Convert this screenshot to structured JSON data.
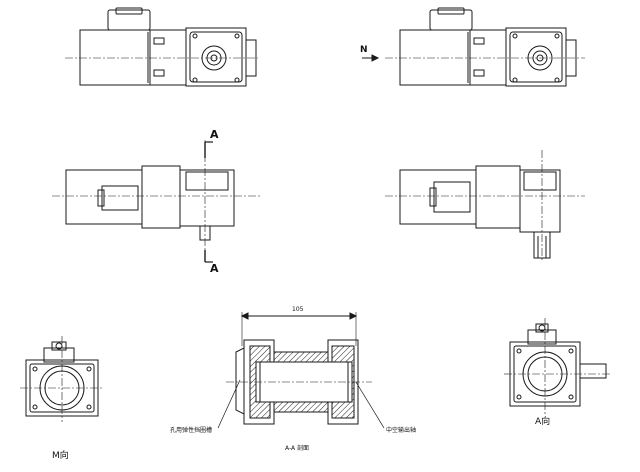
{
  "labels": {
    "section_top": "A",
    "section_bottom": "A",
    "view_n": "N",
    "dimension": "105",
    "view_m": "M向",
    "view_a": "A向",
    "section_title": "A-A 剖面",
    "note_left": "孔用弹性挡圈槽",
    "note_right": "中空输出轴"
  }
}
